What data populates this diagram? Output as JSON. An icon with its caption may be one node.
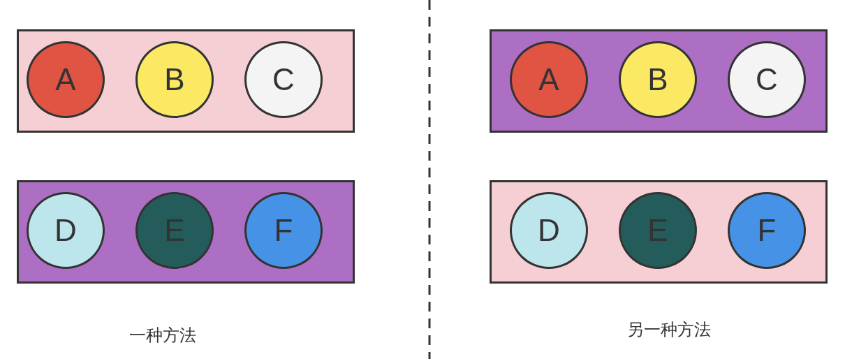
{
  "diagram": {
    "nodes": [
      {
        "text": [],
        "shape": "box"
      },
      {
        "text": [
          "A"
        ],
        "in": 0
      },
      {
        "text": [
          "B"
        ],
        "in": 0
      },
      {
        "text": [
          "C"
        ],
        "in": 0
      },
      {
        "text": [],
        "shape": "box"
      },
      {
        "text": [
          "D"
        ],
        "in": 4
      },
      {
        "text": [
          "E"
        ],
        "in": 4
      },
      {
        "text": [
          "F"
        ],
        "in": 4
      },
      {
        "text": [],
        "shape": "box"
      },
      {
        "text": [
          "A"
        ],
        "in": 8
      },
      {
        "text": [
          "B"
        ],
        "in": 8
      },
      {
        "text": [
          "C"
        ],
        "in": 8
      },
      {
        "text": [],
        "shape": "box"
      },
      {
        "text": [
          "D"
        ],
        "in": 12
      },
      {
        "text": [
          "E"
        ],
        "in": 12
      },
      {
        "text": [
          "F"
        ],
        "in": 12
      }
    ],
    "labels": [
      "一种方法",
      "另一种方法"
    ]
  }
}
